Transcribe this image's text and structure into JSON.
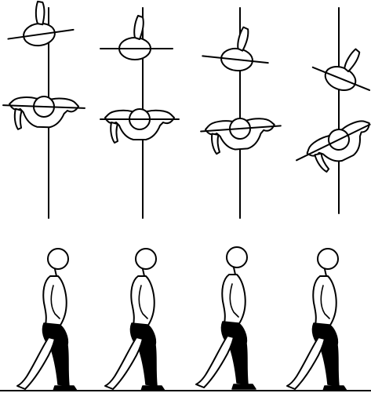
{
  "figure": {
    "top_row": {
      "view": "transverse-plane",
      "frames": 4
    },
    "bottom_row": {
      "view": "sagittal-gait",
      "frames": 4
    },
    "colors": {
      "ink": "#000000",
      "paper": "#ffffff"
    }
  }
}
